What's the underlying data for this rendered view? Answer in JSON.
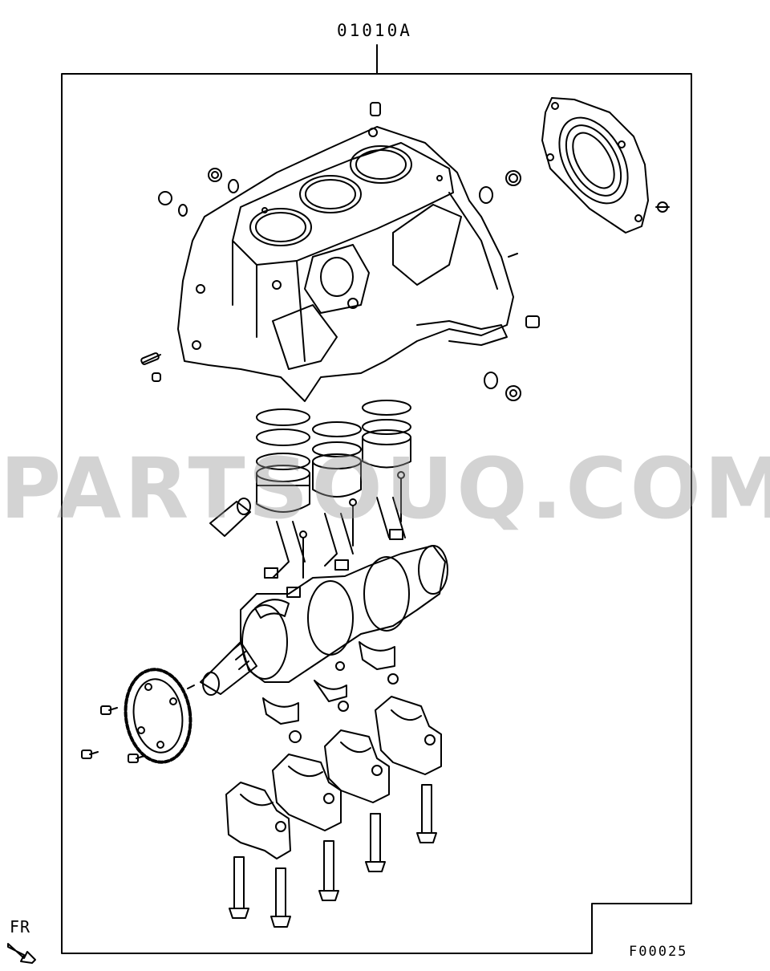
{
  "diagram": {
    "part_code": "01010A",
    "figure_code": "F00025",
    "orientation_label": "FR",
    "watermark": "PARTSOUQ.COM"
  },
  "colors": {
    "line": "#000000",
    "background": "#ffffff",
    "watermark": "#969696"
  }
}
